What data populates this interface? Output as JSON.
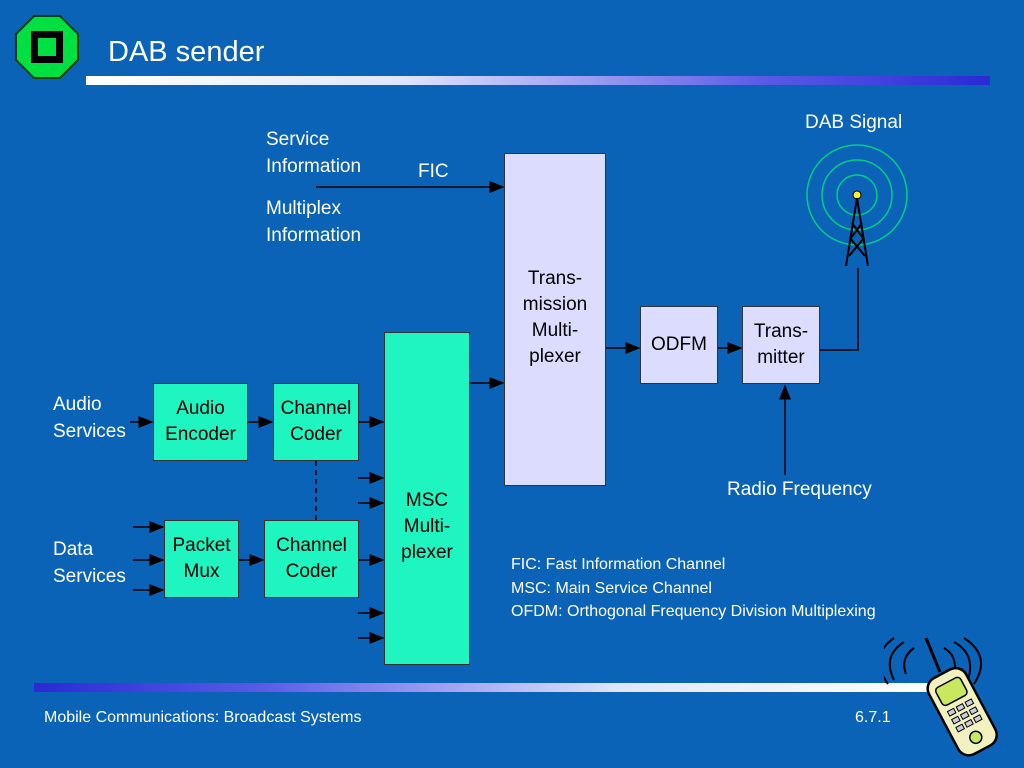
{
  "slide": {
    "title": "DAB sender",
    "footer_left": "Mobile Communications: Broadcast Systems",
    "footer_right": "6.7.1"
  },
  "labels": {
    "service_information": "Service\nInformation",
    "multiplex_information": "Multiplex\nInformation",
    "fic": "FIC",
    "dab_signal": "DAB Signal",
    "audio_services": "Audio\nServices",
    "data_services": "Data\nServices",
    "radio_frequency": "Radio Frequency"
  },
  "blocks": {
    "audio_encoder": "Audio\nEncoder",
    "channel_coder_1": "Channel\nCoder",
    "packet_mux": "Packet\nMux",
    "channel_coder_2": "Channel\nCoder",
    "msc_multiplexer": "MSC\nMulti-\nplexer",
    "transmission_multiplexer": "Trans-\nmission\nMulti-\nplexer",
    "odfm": "ODFM",
    "transmitter": "Trans-\nmitter"
  },
  "legend": [
    "FIC: Fast Information Channel",
    "MSC: Main Service Channel",
    "OFDM: Orthogonal Frequency Division Multiplexing"
  ],
  "colors": {
    "background": "#0b63b8",
    "block_green": "#1ef5c0",
    "block_lavender": "#dcdcff",
    "logo_green": "#00e040"
  }
}
